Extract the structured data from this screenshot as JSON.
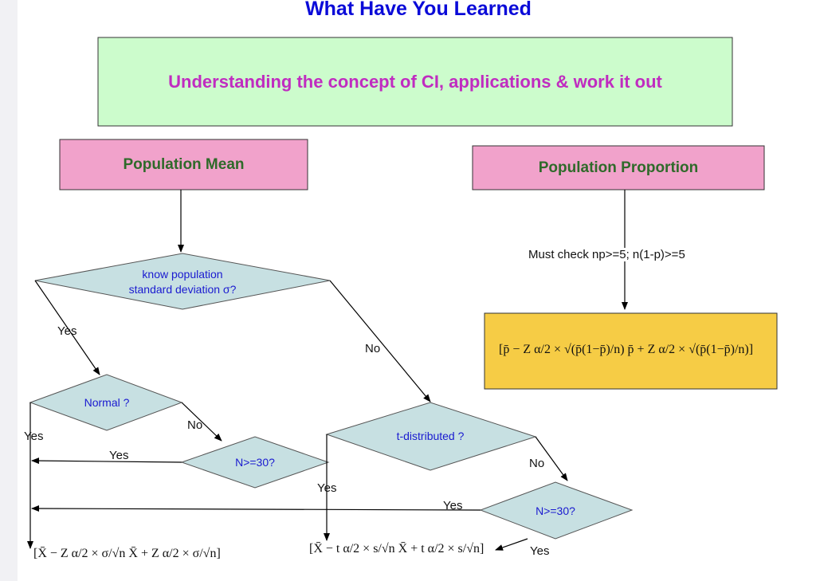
{
  "title": "What Have You Learned",
  "subtitle": "Understanding the concept of CI, applications &  work it out",
  "mean_header": "Population Mean",
  "proportion_header": "Population Proportion",
  "q_sigma_line1": "know population",
  "q_sigma_line2": "standard deviation σ?",
  "q_normal": "Normal ?",
  "q_n30_a": "N>=30?",
  "q_tdist": "t-distributed ?",
  "q_n30_b": "N>=30?",
  "check_note": "Must check np>=5; n(1-p)>=5",
  "labels": {
    "yes1": "Yes",
    "no1": "No",
    "yes2": "Yes",
    "no2": "No",
    "yes3": "Yes",
    "yes4": "Yes",
    "no3": "No",
    "yes5": "Yes",
    "yes6": "Yes"
  },
  "formulas": {
    "z_interval": "[X̄ − Z α/2 × σ/√n     X̄ + Z α/2 × σ/√n]",
    "t_interval": "[X̄ − t α/2 × s/√n     X̄ + t α/2 × s/√n]",
    "p_interval": "[p̄ − Z α/2 × √(p̄(1−p̄)/n)     p̄ + Z α/2 × √(p̄(1−p̄)/n)]"
  },
  "colors": {
    "green_box": "#ccfccc",
    "pink_box": "#f1a2cb",
    "diamond": "#c7e0e2",
    "yellow_box": "#f6cc45"
  }
}
